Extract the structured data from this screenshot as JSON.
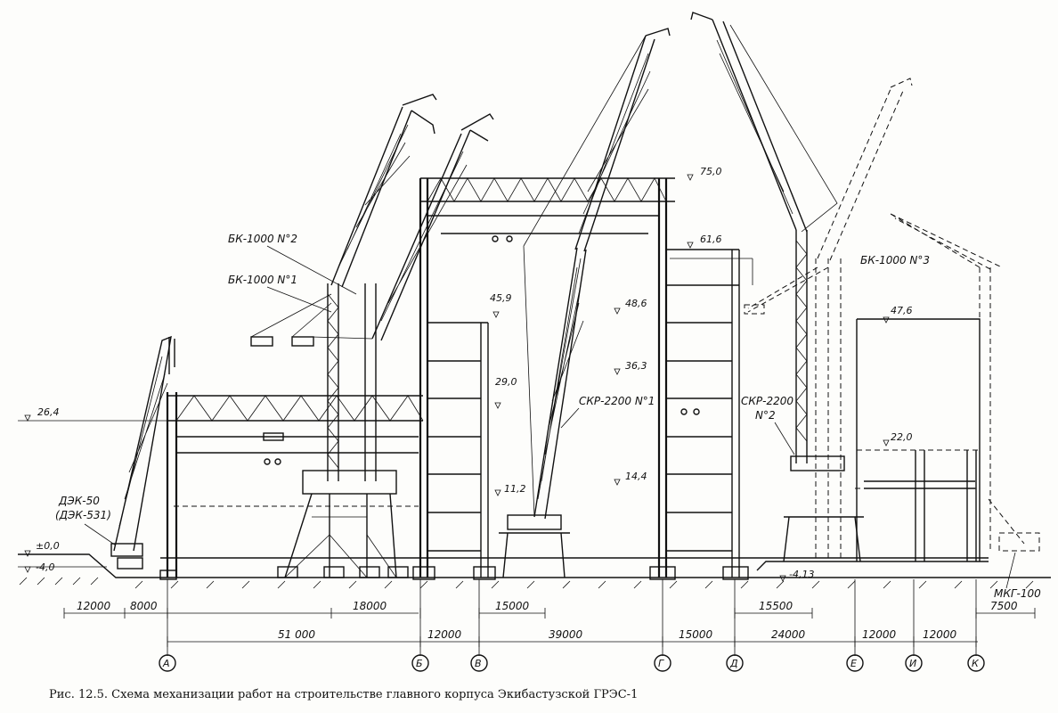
{
  "caption": "Рис. 12.5. Схема механизации работ на строительстве главного корпуса Экибастузской ГРЭС-1",
  "cranes": [
    {
      "key": "dek",
      "line1": "ДЭК-50",
      "line2": "(ДЭК-531)"
    },
    {
      "key": "bk2",
      "label": "БК-1000 N°2"
    },
    {
      "key": "bk1",
      "label": "БК-1000 N°1"
    },
    {
      "key": "skr1",
      "label": "СКР-2200 N°1"
    },
    {
      "key": "skr2",
      "line1": "СКР-2200",
      "line2": "N°2"
    },
    {
      "key": "bk3",
      "label": "БК-1000 N°3"
    },
    {
      "key": "mkg",
      "label": "МКГ-100"
    }
  ],
  "elevations": [
    "75,0",
    "61,6",
    "45,9",
    "48,6",
    "47,6",
    "36,3",
    "29,0",
    "26,4",
    "22,0",
    "14,4",
    "11,2",
    "±0,0",
    "-4,0",
    "-4,13"
  ],
  "dimensions": {
    "row1": [
      "12000",
      "8000",
      "18000",
      "15000",
      "15500",
      "7500"
    ],
    "row2": [
      "51 000",
      "12000",
      "39000",
      "15000",
      "24000",
      "12000",
      "12000"
    ]
  },
  "axes": [
    "А",
    "Б",
    "В",
    "Г",
    "Д",
    "Е",
    "И",
    "К"
  ]
}
